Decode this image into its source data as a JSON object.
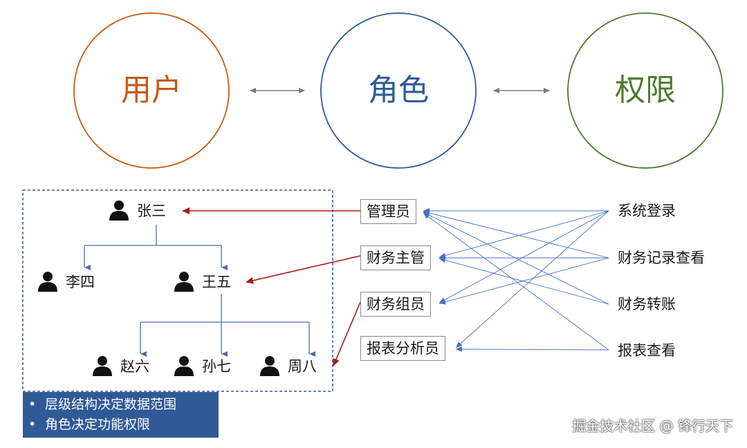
{
  "top": {
    "user_label": "用户",
    "role_label": "角色",
    "permission_label": "权限",
    "colors": {
      "user": "#c55a11",
      "role": "#2e5a9c",
      "permission": "#4e7a30",
      "arrow": "#7a7a7a"
    }
  },
  "hierarchy": {
    "people": {
      "zhangsan": "张三",
      "lisi": "李四",
      "wangwu": "王五",
      "zhaoliu": "赵六",
      "sunqi": "孙七",
      "zhouba": "周八"
    }
  },
  "roles": [
    "管理员",
    "财务主管",
    "财务组员",
    "报表分析员"
  ],
  "permissions": [
    "系统登录",
    "财务记录查看",
    "财务转账",
    "报表查看"
  ],
  "note": {
    "bullet": "•",
    "line1": "层级结构决定数据范围",
    "line2": "角色决定功能权限"
  },
  "watermark": "掘金技术社区 @ 锋行天下",
  "colors": {
    "link_red": "#a61c1c",
    "link_blue": "#4a6fc4",
    "tree": "#4a6fa8",
    "dash_box": "#2f5a97"
  }
}
